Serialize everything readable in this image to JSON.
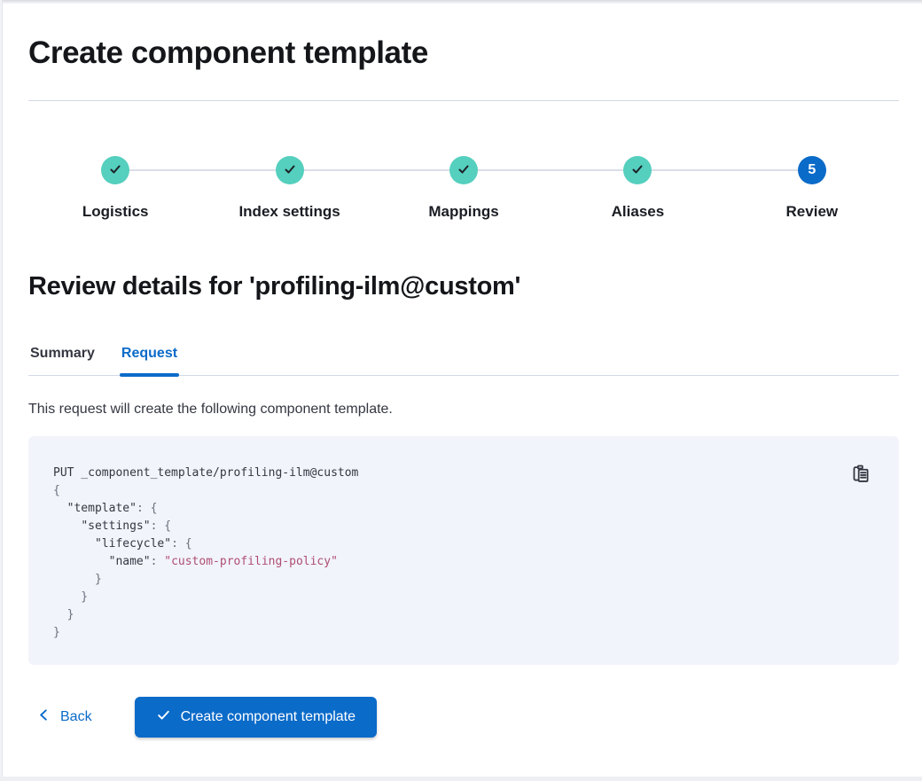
{
  "page": {
    "title": "Create component template"
  },
  "stepper": {
    "steps": [
      {
        "label": "Logistics",
        "status": "complete",
        "icon": "check-icon"
      },
      {
        "label": "Index settings",
        "status": "complete",
        "icon": "check-icon"
      },
      {
        "label": "Mappings",
        "status": "complete",
        "icon": "check-icon"
      },
      {
        "label": "Aliases",
        "status": "complete",
        "icon": "check-icon"
      },
      {
        "label": "Review",
        "status": "current",
        "number": "5"
      }
    ]
  },
  "review": {
    "heading": "Review details for 'profiling-ilm@custom'",
    "tabs": [
      {
        "label": "Summary",
        "active": false
      },
      {
        "label": "Request",
        "active": true
      }
    ],
    "description": "This request will create the following component template."
  },
  "code_block": {
    "copy_icon": "copy-clipboard-icon",
    "lines": [
      [
        {
          "t": "PUT _component_template/profiling-ilm@custom",
          "cls": "c-plain"
        }
      ],
      [
        {
          "t": "{",
          "cls": "c-brace"
        }
      ],
      [
        {
          "t": "  ",
          "cls": "c-plain"
        },
        {
          "t": "\"template\"",
          "cls": "c-key"
        },
        {
          "t": ": ",
          "cls": "c-brace"
        },
        {
          "t": "{",
          "cls": "c-brace"
        }
      ],
      [
        {
          "t": "    ",
          "cls": "c-plain"
        },
        {
          "t": "\"settings\"",
          "cls": "c-key"
        },
        {
          "t": ": ",
          "cls": "c-brace"
        },
        {
          "t": "{",
          "cls": "c-brace"
        }
      ],
      [
        {
          "t": "      ",
          "cls": "c-plain"
        },
        {
          "t": "\"lifecycle\"",
          "cls": "c-key"
        },
        {
          "t": ": ",
          "cls": "c-brace"
        },
        {
          "t": "{",
          "cls": "c-brace"
        }
      ],
      [
        {
          "t": "        ",
          "cls": "c-plain"
        },
        {
          "t": "\"name\"",
          "cls": "c-key"
        },
        {
          "t": ": ",
          "cls": "c-brace"
        },
        {
          "t": "\"custom-profiling-policy\"",
          "cls": "c-string"
        }
      ],
      [
        {
          "t": "      }",
          "cls": "c-brace"
        }
      ],
      [
        {
          "t": "    }",
          "cls": "c-brace"
        }
      ],
      [
        {
          "t": "  }",
          "cls": "c-brace"
        }
      ],
      [
        {
          "t": "}",
          "cls": "c-brace"
        }
      ]
    ]
  },
  "footer": {
    "back_label": "Back",
    "back_icon": "chevron-left-icon",
    "submit_label": "Create component template",
    "submit_icon": "check-icon"
  },
  "colors": {
    "primary_blue": "#0B6BC9",
    "success_teal": "#55CFBE",
    "code_background": "#F1F4FA",
    "code_string": "#AF4D74",
    "divider": "#D3DAE6"
  }
}
